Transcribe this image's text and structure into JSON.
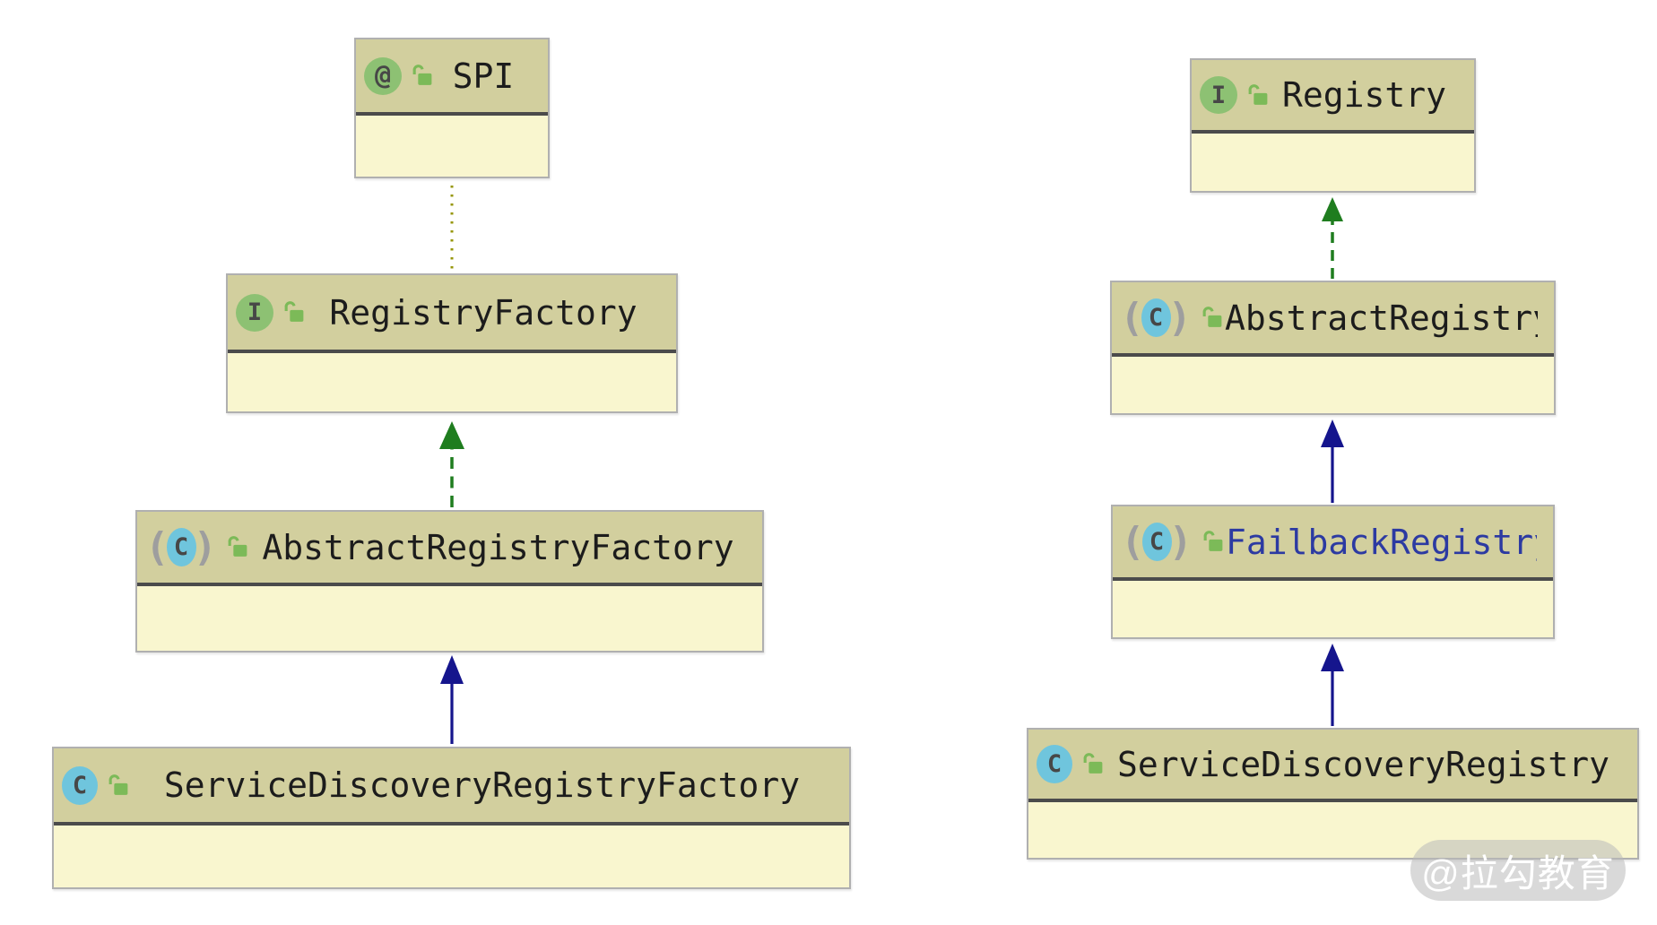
{
  "colors": {
    "canvas_bg": "#ffffff",
    "node_header_bg": "#d2cf9e",
    "node_body_bg": "#f9f6cf",
    "node_border": "#b0b0b0",
    "compartment_divider": "#4b4b4b",
    "name_text": "#1c1c1c",
    "highlighted_name_text": "#2c3aa2",
    "interface_icon_bg": "#8dc173",
    "class_icon_bg": "#6fc5dd",
    "icon_glyph_color": "#474747",
    "abstract_paren_color": "#9e9e9e",
    "lock_icon_color": "#7cba58",
    "extends_arrow": "#15158d",
    "implements_arrow": "#1f7d1f",
    "annotation_line": "#96960a",
    "watermark_bg": "rgba(185,185,185,0.55)",
    "watermark_text": "#ffffff"
  },
  "icons": {
    "annotation_glyph": "@",
    "interface_glyph": "I",
    "class_glyph": "C",
    "abstract_paren_open": "(",
    "abstract_paren_close": ")"
  },
  "classes": [
    {
      "name": "SPI",
      "kind": "annotation",
      "visibility": "public"
    },
    {
      "name": "RegistryFactory",
      "kind": "interface",
      "visibility": "public"
    },
    {
      "name": "AbstractRegistryFactory",
      "kind": "abstract-class",
      "visibility": "public"
    },
    {
      "name": "ServiceDiscoveryRegistryFactory",
      "kind": "class",
      "visibility": "public"
    },
    {
      "name": "Registry",
      "kind": "interface",
      "visibility": "public"
    },
    {
      "name": "AbstractRegistry",
      "kind": "abstract-class",
      "visibility": "public"
    },
    {
      "name": "FailbackRegistry",
      "kind": "abstract-class",
      "visibility": "public",
      "highlighted": true
    },
    {
      "name": "ServiceDiscoveryRegistry",
      "kind": "class",
      "visibility": "public"
    }
  ],
  "relations": [
    {
      "from": "RegistryFactory",
      "to": "SPI",
      "type": "annotation-dependency",
      "line": "dotted"
    },
    {
      "from": "AbstractRegistryFactory",
      "to": "RegistryFactory",
      "type": "implements",
      "line": "dashed"
    },
    {
      "from": "ServiceDiscoveryRegistryFactory",
      "to": "AbstractRegistryFactory",
      "type": "extends",
      "line": "solid"
    },
    {
      "from": "AbstractRegistry",
      "to": "Registry",
      "type": "implements",
      "line": "dashed"
    },
    {
      "from": "FailbackRegistry",
      "to": "AbstractRegistry",
      "type": "extends",
      "line": "solid"
    },
    {
      "from": "ServiceDiscoveryRegistry",
      "to": "FailbackRegistry",
      "type": "extends",
      "line": "solid"
    }
  ],
  "watermark": {
    "text": "@拉勾教育"
  }
}
